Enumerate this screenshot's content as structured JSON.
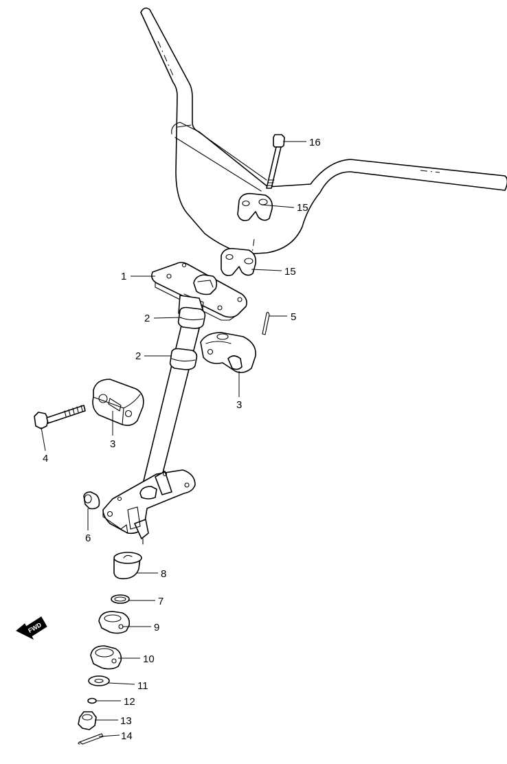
{
  "callouts": [
    {
      "id": "c16",
      "text": "16"
    },
    {
      "id": "c15a",
      "text": "15"
    },
    {
      "id": "c15b",
      "text": "15"
    },
    {
      "id": "c1",
      "text": "1"
    },
    {
      "id": "c2a",
      "text": "2"
    },
    {
      "id": "c5",
      "text": "5"
    },
    {
      "id": "c2b",
      "text": "2"
    },
    {
      "id": "c3a",
      "text": "3"
    },
    {
      "id": "c3b",
      "text": "3"
    },
    {
      "id": "c4",
      "text": "4"
    },
    {
      "id": "c6",
      "text": "6"
    },
    {
      "id": "c8",
      "text": "8"
    },
    {
      "id": "c7",
      "text": "7"
    },
    {
      "id": "c9",
      "text": "9"
    },
    {
      "id": "c10",
      "text": "10"
    },
    {
      "id": "c11",
      "text": "11"
    },
    {
      "id": "c12",
      "text": "12"
    },
    {
      "id": "c13",
      "text": "13"
    },
    {
      "id": "c14",
      "text": "14"
    }
  ],
  "fwd_label": "FWD"
}
